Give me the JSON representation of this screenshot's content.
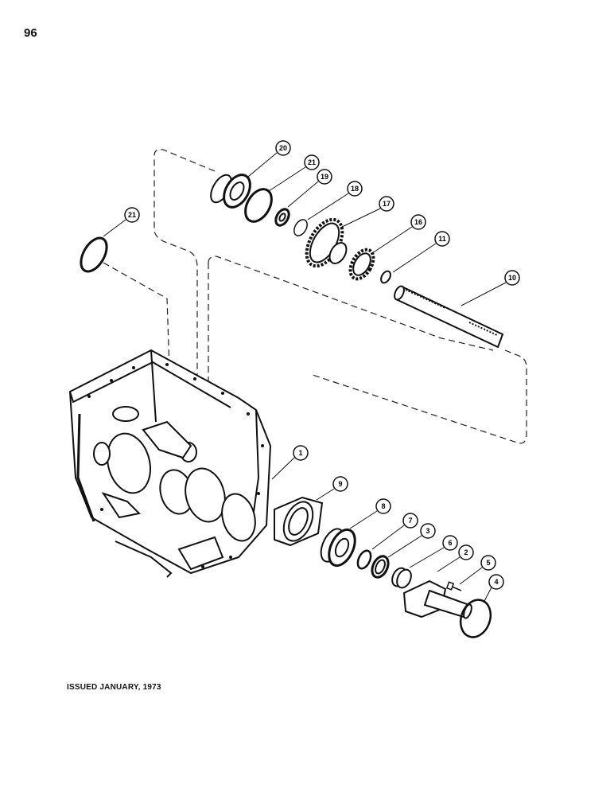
{
  "page": {
    "number": "96",
    "issued": "ISSUED JANUARY, 1973"
  },
  "callouts": [
    "20",
    "21",
    "19",
    "18",
    "17",
    "16",
    "11",
    "10",
    "21",
    "1",
    "9",
    "8",
    "7",
    "3",
    "6",
    "2",
    "5",
    "4"
  ]
}
